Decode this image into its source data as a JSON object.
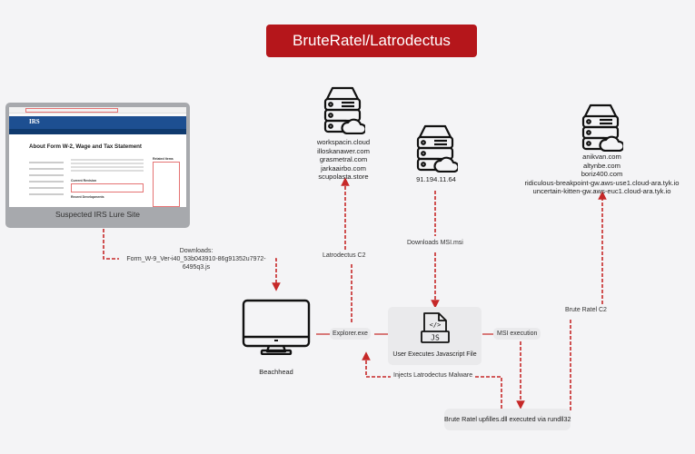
{
  "title": "BruteRatel/Latrodectus",
  "colors": {
    "accent": "#b5161b",
    "line": "#c62828",
    "background": "#f4f4f6"
  },
  "lure_site": {
    "caption": "Suspected IRS Lure Site",
    "page_heading": "About Form W-2, Wage and Tax Statement",
    "logo": "IRS",
    "current_revision": "Current Revision",
    "recent_developments": "Recent Developments",
    "related_items": "Related Items"
  },
  "servers": [
    {
      "name": "latrodectus-c2-server",
      "icon": "server-cloud-icon",
      "lines": [
        "workspacin.cloud",
        "illoskanawer.com",
        "grasmetral.com",
        "jarkaairbo.com",
        "scupolasta.store"
      ]
    },
    {
      "name": "msi-host-server",
      "icon": "server-cloud-icon",
      "lines": [
        "91.194.11.64"
      ]
    },
    {
      "name": "brute-ratel-c2-server",
      "icon": "server-cloud-icon",
      "lines": [
        "anikvan.com",
        "altynbe.com",
        "boriz400.com",
        "ridiculous-breakpoint-gw.aws-use1.cloud-ara.tyk.io",
        "uncertain-kitten-gw.aws-euc1.cloud-ara.tyk.io"
      ]
    }
  ],
  "beachhead": {
    "label": "Beachhead",
    "icon": "monitor-icon"
  },
  "js_file": {
    "label": "User Executes Javascript File",
    "icon": "js-file-icon",
    "badge": "JS",
    "glyph": "</>"
  },
  "edges": {
    "downloads_title": "Downloads:",
    "downloads_file_line1": "Form_W-9_Ver-i40_53b043910-86g91352u7972-",
    "downloads_file_line2": "6495q3.js",
    "latrodectus_c2": "Latrodectus C2",
    "downloads_msi": "Downloads MSI.msi",
    "explorer": "Explorer.exe",
    "msi_execution": "MSI execution",
    "brute_ratel_c2": "Brute Ratel C2",
    "injects": "Injects Latrodectus Malware"
  },
  "result": "Brute Ratel upfilles.dll executed via rundll32"
}
